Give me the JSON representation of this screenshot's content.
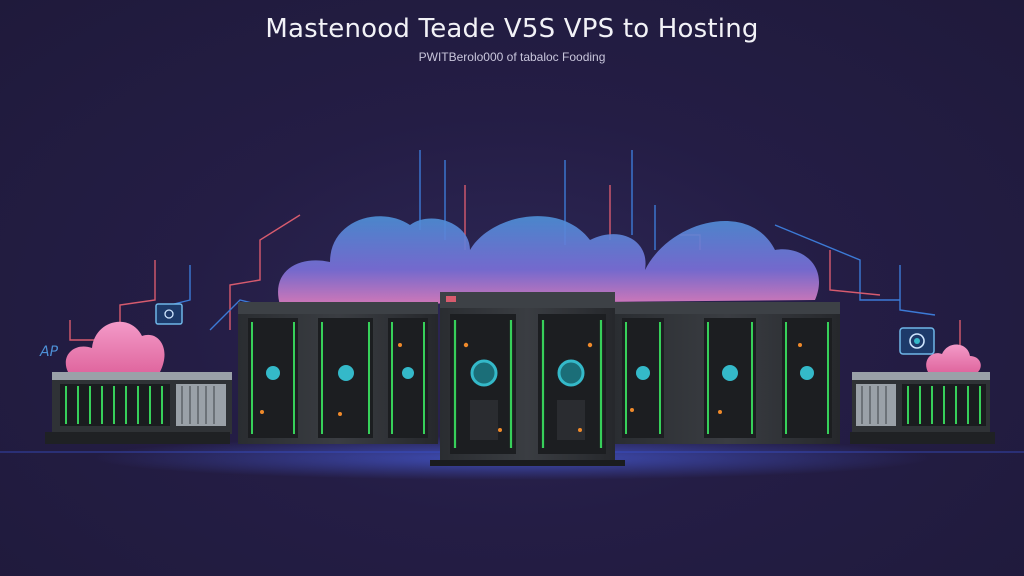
{
  "header": {
    "title": "Mastenood Teade V5S VPS to Hosting",
    "subtitle": "PWITBerolo000 of tabaloc Fooding"
  },
  "scene": {
    "left_label": "AP",
    "colors": {
      "background": "#241d45",
      "cloud_blue": "#4d8fd6",
      "cloud_purple": "#8c6ad8",
      "cloud_pink": "#e87fb3",
      "server_body": "#2f3236",
      "led_green": "#37d05a",
      "led_orange": "#f08a2a",
      "fan_cyan": "#34b9c9",
      "wire_red": "#d75b6e",
      "wire_blue": "#3c7ad6",
      "floor_glow": "#3a52d0"
    },
    "icons": [
      "monitor-icon",
      "camera-icon",
      "cloud-icon"
    ]
  }
}
